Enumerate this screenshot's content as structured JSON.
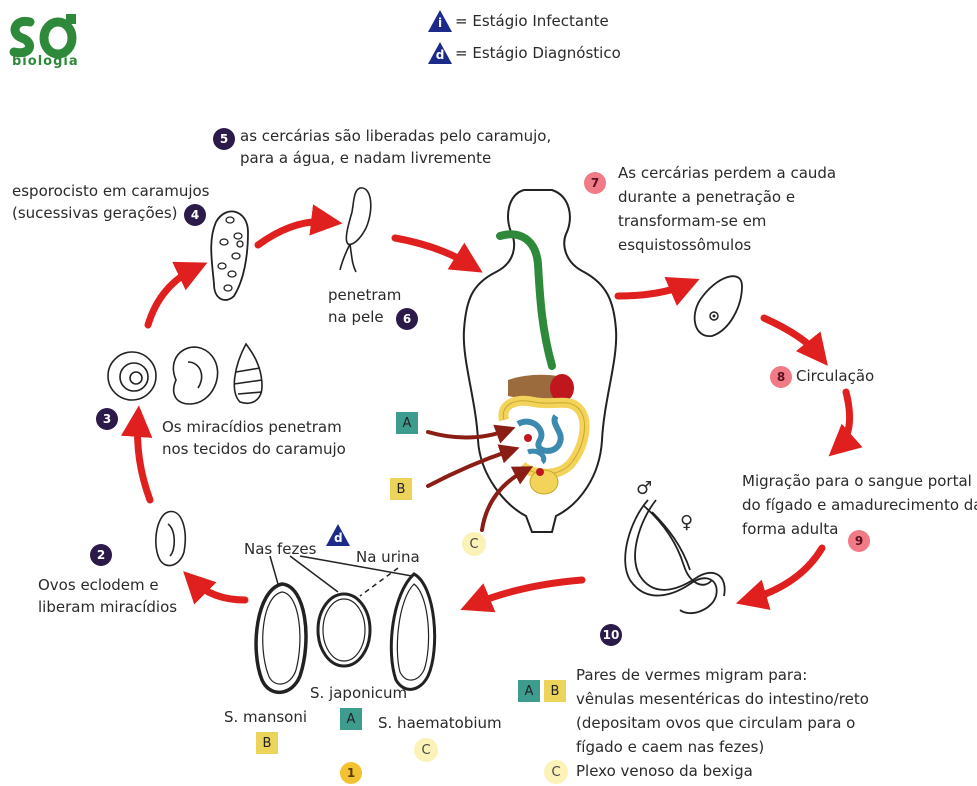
{
  "logo": {
    "mark": "SÓ",
    "sub": "biologia",
    "icon": "logo-so-biologia"
  },
  "legend": {
    "infectant": {
      "symbol": "i",
      "label": "= Estágio Infectante",
      "color": "#1c2a8a"
    },
    "diagnostic": {
      "symbol": "d",
      "label": "= Estágio Diagnóstico",
      "color": "#1c2a8a"
    }
  },
  "steps": {
    "s1": {
      "num": "1"
    },
    "s2": {
      "num": "2",
      "text": [
        "Ovos eclodem e",
        "liberam miracídios"
      ]
    },
    "s3": {
      "num": "3",
      "text": [
        "Os miracídios penetram",
        "nos tecidos do caramujo"
      ]
    },
    "s4": {
      "num": "4",
      "text": [
        "esporocisto em caramujos",
        "(sucessivas gerações)"
      ]
    },
    "s5": {
      "num": "5",
      "text": [
        "as cercárias são liberadas pelo caramujo,",
        "para a água, e nadam livremente"
      ]
    },
    "s6": {
      "num": "6",
      "text": [
        "penetram",
        "na pele"
      ]
    },
    "s7": {
      "num": "7",
      "text": [
        "As cercárias perdem a cauda",
        "durante a penetração e",
        "transformam-se em",
        "esquistossômulos"
      ]
    },
    "s8": {
      "num": "8",
      "text": "Circulação"
    },
    "s9": {
      "num": "9",
      "text": [
        "Migração para o sangue portal",
        "do fígado e amadurecimento da",
        "forma adulta"
      ]
    },
    "s10": {
      "num": "10"
    }
  },
  "eggs": {
    "feces": "Nas fezes",
    "urine": "Na urina",
    "diag": "d",
    "japonicum": "S. japonicum",
    "mansoni": "S. mansoni",
    "haematobium": "S. haematobium"
  },
  "sex": {
    "male": "♂",
    "female": "♀"
  },
  "markers": {
    "A": "A",
    "B": "B",
    "C": "C"
  },
  "footnote": {
    "line1": "Pares de vermes migram para:",
    "line2": "vênulas mesentéricas do intestino/reto",
    "line3": "(depositam ovos que circulam para o",
    "line4": "fígado e caem nas fezes)",
    "line5": "Plexo venoso da bexiga"
  },
  "colors": {
    "arrow": "#e0201e",
    "intestine": "#f3d35a",
    "esophagus": "#2e8a3a",
    "liver": "#9b6b3d"
  }
}
